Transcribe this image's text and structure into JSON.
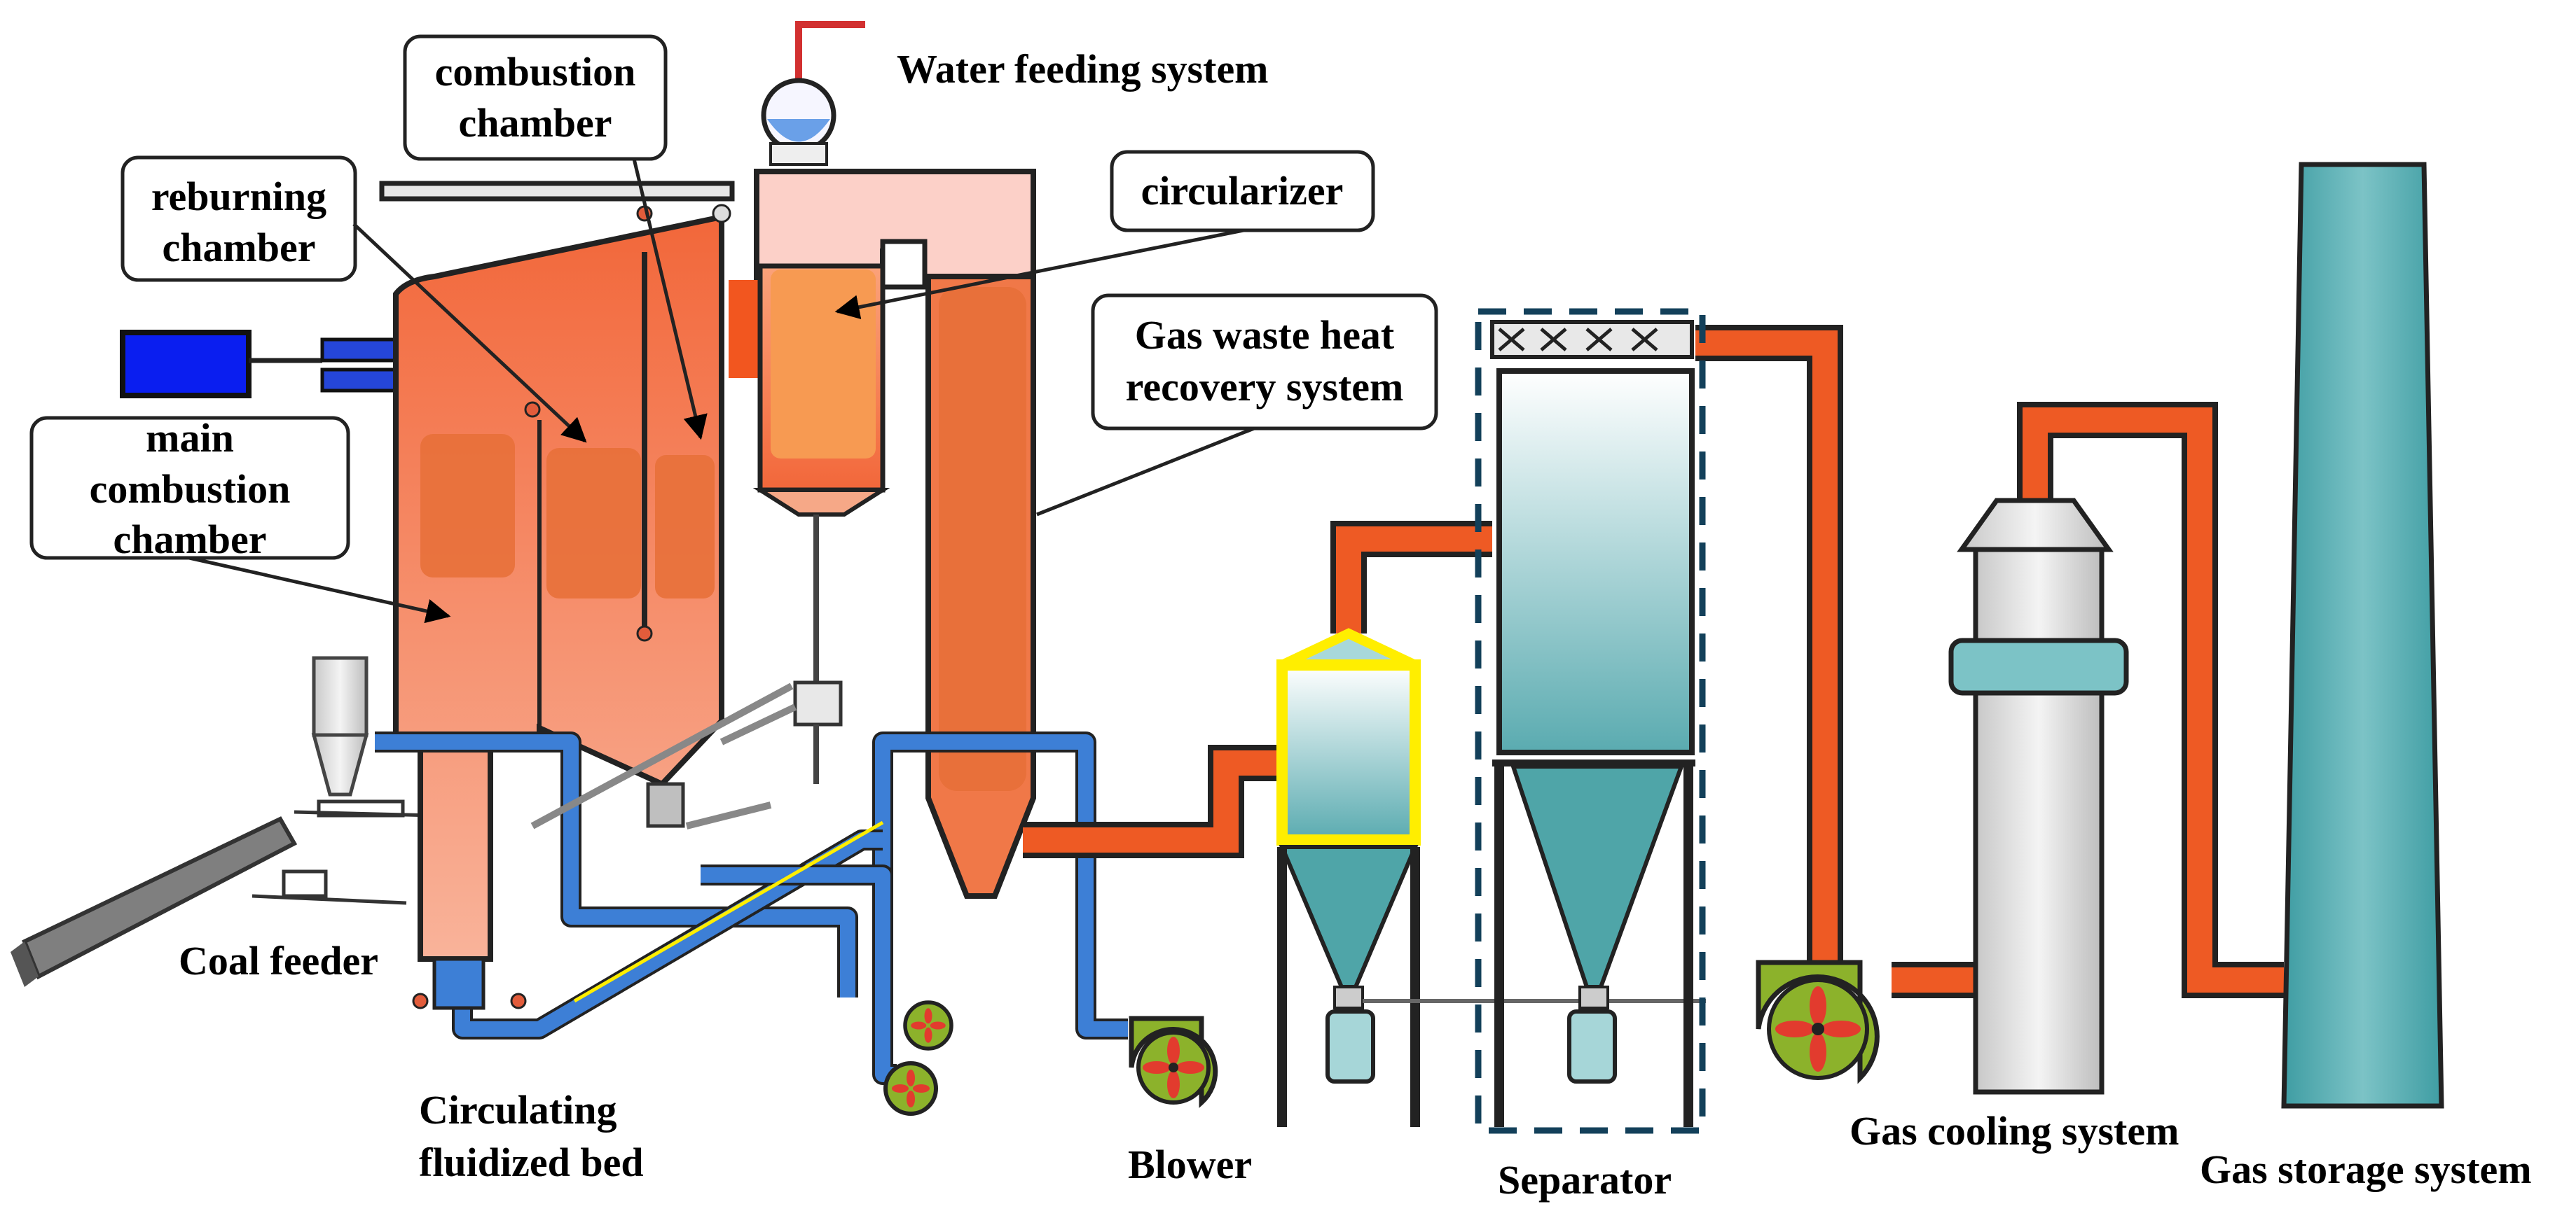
{
  "diagram": {
    "callouts": {
      "combustion_chamber": [
        "combustion",
        "chamber"
      ],
      "reburning_chamber": [
        "reburning",
        "chamber"
      ],
      "main_combustion_chamber": [
        "main",
        "combustion",
        "chamber"
      ],
      "circularizer": [
        "circularizer"
      ],
      "gas_waste_heat": [
        "Gas waste heat",
        "recovery system"
      ]
    },
    "labels": {
      "water_feeding": "Water feeding system",
      "coal_feeder": "Coal feeder",
      "cfb": [
        "Circulating",
        "fluidized bed"
      ],
      "blower": "Blower",
      "separator": "Separator",
      "gas_cooling": "Gas cooling system",
      "gas_storage": "Gas storage system"
    }
  },
  "colors": {
    "furnace": "#f07848",
    "furnace_panel": "#e8703a",
    "hot_pipe": "#ee5a24",
    "cold_pipe": "#3d7fd6",
    "teal": "#4fa5a8",
    "fan_green": "#8cb22b",
    "frame_yellow": "#ffee00",
    "motor_blue": "#0a1ef0"
  }
}
